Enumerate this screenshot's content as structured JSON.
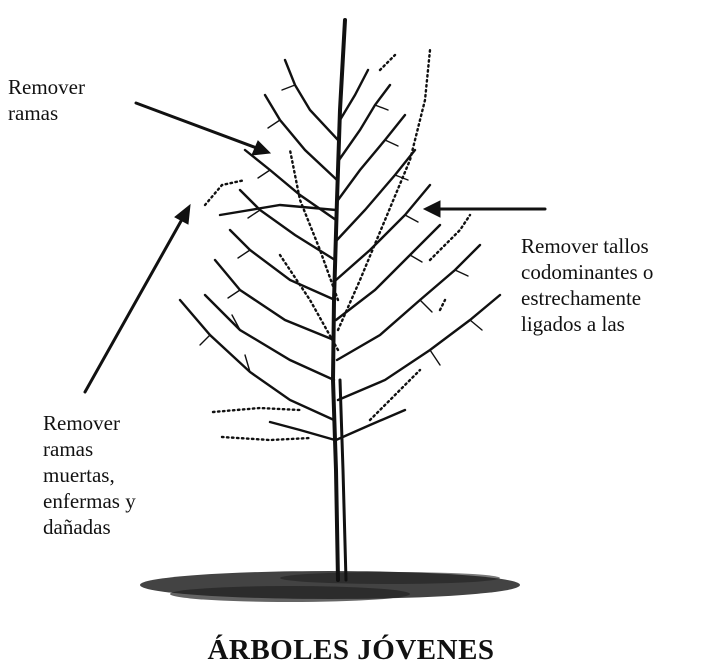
{
  "diagram": {
    "title": "ÁRBOLES JÓVENES",
    "labels": {
      "remove_branches": [
        "Remover",
        "ramas"
      ],
      "remove_codominant": [
        "Remover tallos",
        "codominantes o",
        "estrechamente",
        "ligados a las"
      ],
      "remove_dead": [
        "Remover",
        "ramas",
        "muertas,",
        "enfermas y",
        "dañadas"
      ]
    },
    "colors": {
      "ink": "#111111",
      "ground": "#222222"
    }
  }
}
